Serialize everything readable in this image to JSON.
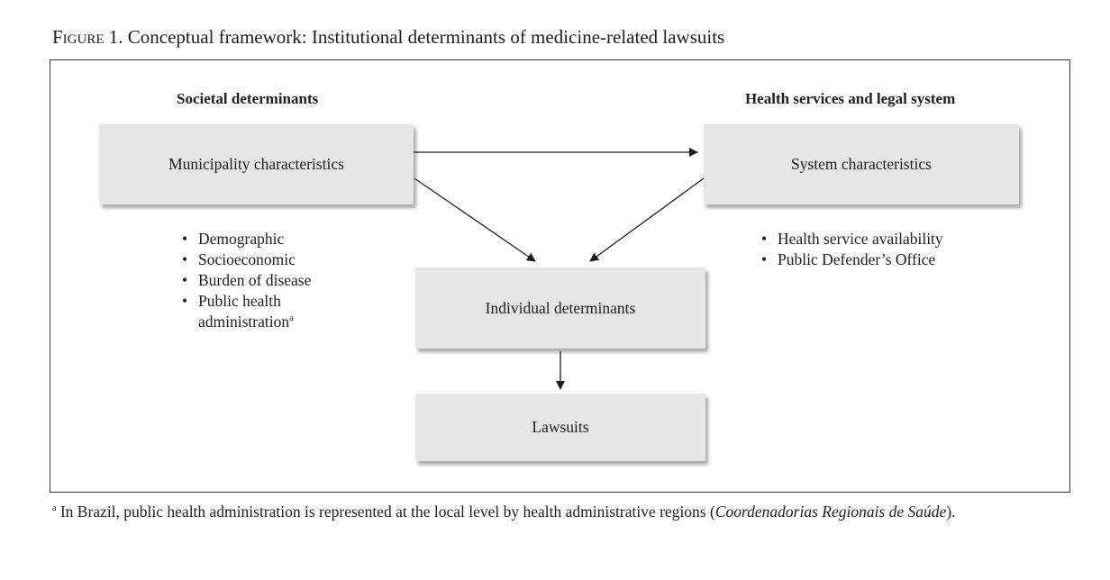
{
  "figure": {
    "label": "Figure",
    "number": "1.",
    "title": "Conceptual framework: Institutional determinants of medicine-related lawsuits"
  },
  "headings": {
    "left": "Societal determinants",
    "right": "Health services and legal system"
  },
  "boxes": {
    "municipality": "Municipality characteristics",
    "system": "System characteristics",
    "individual": "Individual determinants",
    "lawsuits": "Lawsuits"
  },
  "municipality_items": [
    "Demographic",
    "Socioeconomic",
    "Burden of disease",
    "Public health administration"
  ],
  "municipality_item_marker": "a",
  "system_items": [
    "Health service availability",
    "Public Defender’s Office"
  ],
  "footnote": {
    "marker": "a",
    "text": "In Brazil, public health administration is represented at the local level by health administrative regions (",
    "italic": "Coordenadorias Regionais de Saúde",
    "end": ")."
  },
  "colors": {
    "box_fill": "#e6e6e6",
    "line": "#1e1e1e",
    "frame": "#3a3a3a"
  }
}
